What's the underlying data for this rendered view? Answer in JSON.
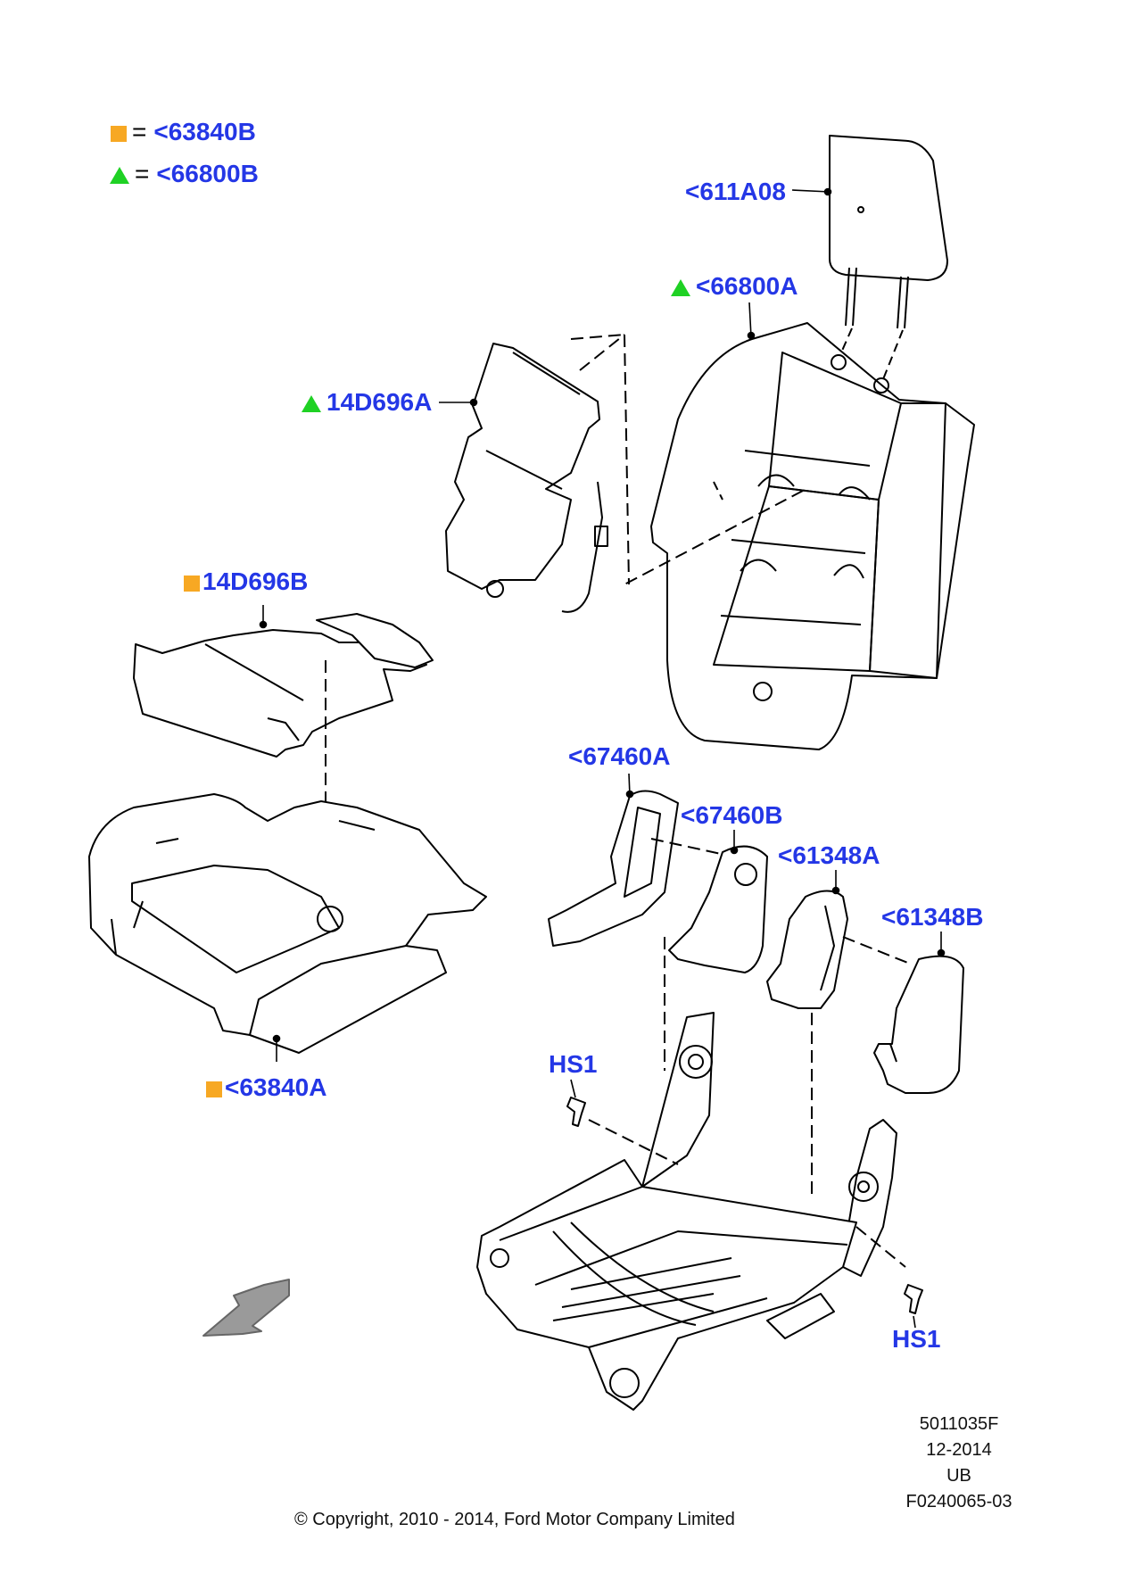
{
  "legend": [
    {
      "symbol": "square",
      "equals": "=",
      "text": "<63840B"
    },
    {
      "symbol": "triangle",
      "equals": "=",
      "text": "<66800B"
    }
  ],
  "callouts": {
    "headrest": "<611A08",
    "backrest_pad": "<66800A",
    "back_heater": "14D696A",
    "cushion_heater": "14D696B",
    "cushion_pad": "<63840A",
    "trim_panel_a": "<67460A",
    "trim_panel_b": "<67460B",
    "cover_a": "<61348A",
    "cover_b": "<61348B",
    "bolt_left": "HS1",
    "bolt_right": "HS1"
  },
  "info": {
    "drawing_number": "5011035F",
    "date": "12-2014",
    "region": "UB",
    "figure_id": "F0240065-03"
  },
  "copyright": "© Copyright, 2010 - 2014, Ford Motor Company Limited",
  "colors": {
    "label": "#2437e6",
    "square": "#f7a823",
    "triangle": "#1fd124"
  }
}
